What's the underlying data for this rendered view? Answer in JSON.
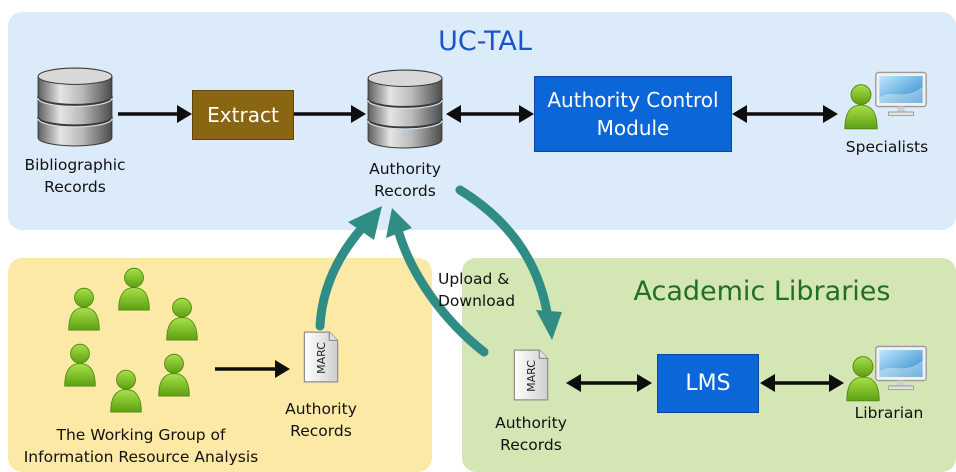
{
  "uc_tal": {
    "title": "UC-TAL",
    "bibliographic_label": "Bibliographic\nRecords",
    "extract_label": "Extract",
    "authority_label": "Authority\nRecords",
    "acm_label": "Authority Control\nModule",
    "specialists_label": "Specialists"
  },
  "working_group": {
    "label": "The Working Group of\nInformation Resource Analysis",
    "marc_text": "MARC",
    "authority_label": "Authority\nRecords"
  },
  "academic_libraries": {
    "title": "Academic Libraries",
    "marc_text": "MARC",
    "authority_label": "Authority\nRecords",
    "lms_label": "LMS",
    "librarian_label": "Librarian"
  },
  "upload_download_label": "Upload &\nDownload",
  "colors": {
    "uc_panel": "#dcebfa",
    "working_group_panel": "#fde9a6",
    "academic_panel": "#d4e6b4",
    "module_blue": "#0b66d8",
    "extract_brown": "#8b6612",
    "curved_arrow_teal": "#2f8d86",
    "person_green": "#7cc225"
  },
  "icons": [
    "database-icon",
    "marc-document-icon",
    "person-icon",
    "computer-monitor-icon"
  ]
}
